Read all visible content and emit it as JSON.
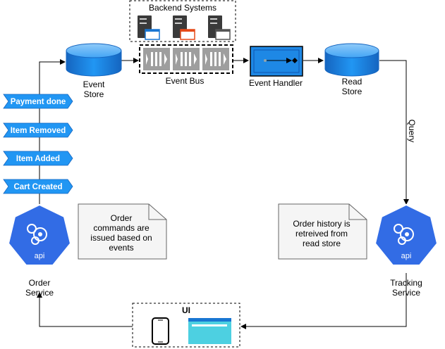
{
  "backend": {
    "title": "Backend Systems"
  },
  "event_store": {
    "label_line1": "Event",
    "label_line2": "Store"
  },
  "event_bus": {
    "label": "Event Bus"
  },
  "event_handler": {
    "label": "Event Handler"
  },
  "read_store": {
    "label_line1": "Read",
    "label_line2": "Store"
  },
  "query": {
    "label": "Query"
  },
  "events": [
    "Payment done",
    "Item Removed",
    "Item Added",
    "Cart  Created"
  ],
  "order_service": {
    "icon_text": "api",
    "label_line1": "Order",
    "label_line2": "Service"
  },
  "tracking_service": {
    "icon_text": "api",
    "label_line1": "Tracking",
    "label_line2": "Service"
  },
  "note_order": {
    "lines": [
      "Order",
      "commands are",
      "issued based on",
      "events"
    ]
  },
  "note_tracking": {
    "lines": [
      "Order history is",
      "retreived from",
      "read store"
    ]
  },
  "ui": {
    "label": "UI"
  },
  "colors": {
    "cylinder_top": "#64B5F6",
    "cylinder_body": "#1976D2",
    "event_tag": "#2196F3",
    "event_handler": "#1E88E5",
    "k8s_blue": "#326CE5",
    "ui_window": "#4DD0E1",
    "note_fill": "#f5f5f5"
  }
}
